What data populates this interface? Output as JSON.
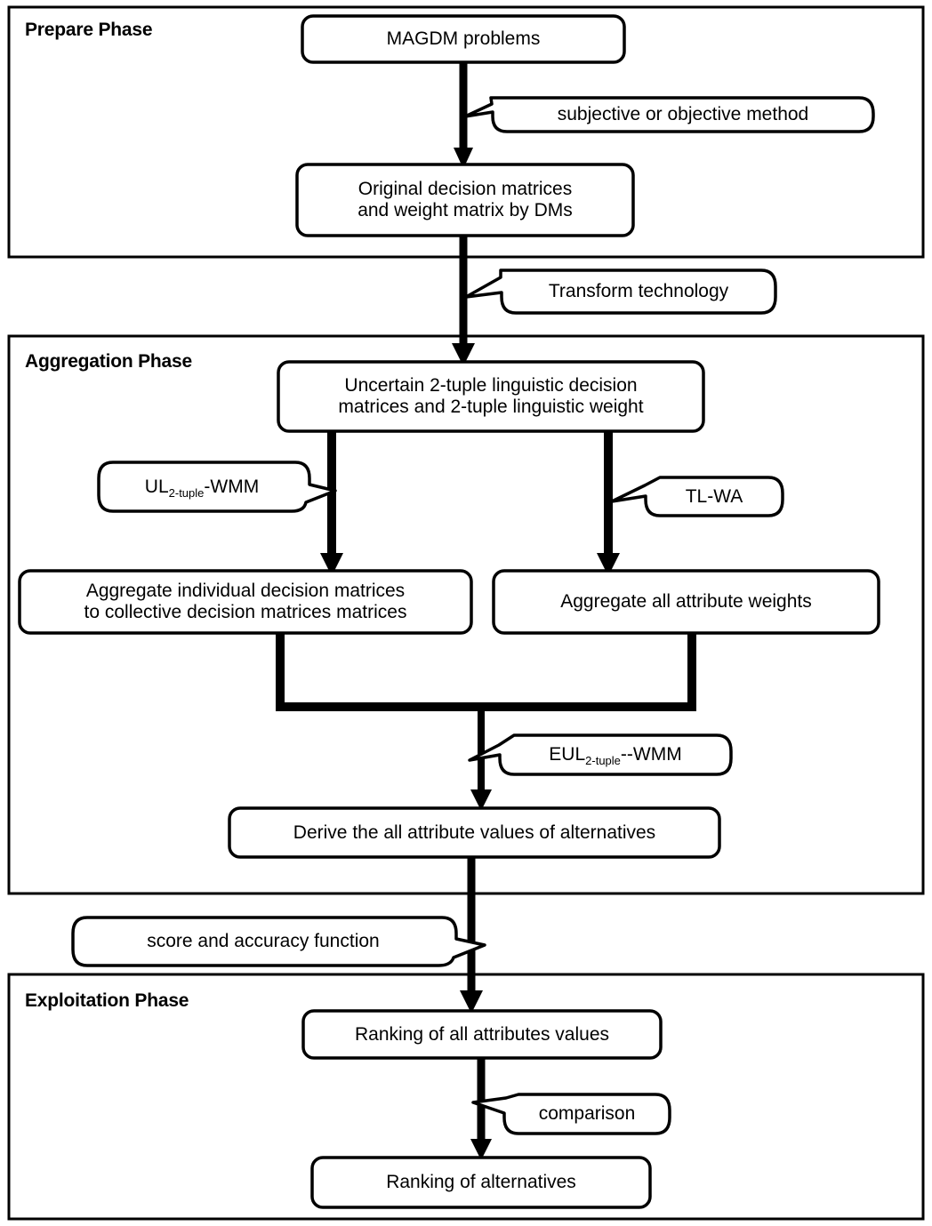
{
  "diagram": {
    "title": "MAGDM uncertain 2-tuple linguistic decision framework flowchart",
    "stroke_color": "#000000",
    "fill_color": "#ffffff"
  },
  "phases": [
    {
      "id": "prepare",
      "label": "Prepare Phase"
    },
    {
      "id": "aggregation",
      "label": "Aggregation Phase"
    },
    {
      "id": "exploitation",
      "label": "Exploitation Phase"
    }
  ],
  "nodes": [
    {
      "id": "magdm",
      "line1": "MAGDM problems",
      "line2": ""
    },
    {
      "id": "original-matrices",
      "line1": "Original decision matrices",
      "line2": "and weight matrix by DMs"
    },
    {
      "id": "uncertain-2tuple",
      "line1": "Uncertain 2-tuple linguistic decision",
      "line2": "matrices and 2-tuple linguistic weight"
    },
    {
      "id": "aggregate-matrices",
      "line1": "Aggregate individual decision matrices",
      "line2": "to collective decision matrices matrices"
    },
    {
      "id": "aggregate-weights",
      "line1": "Aggregate all attribute weights",
      "line2": ""
    },
    {
      "id": "derive-values",
      "line1": "Derive the all attribute values of alternatives",
      "line2": ""
    },
    {
      "id": "ranking-attributes",
      "line1": "Ranking of all attributes values",
      "line2": ""
    },
    {
      "id": "ranking-alternatives",
      "line1": "Ranking of alternatives",
      "line2": ""
    }
  ],
  "callouts": [
    {
      "id": "subjective-objective",
      "text": "subjective or objective method",
      "pre": "",
      "sub": "",
      "post": ""
    },
    {
      "id": "transform-technology",
      "text": "Transform technology",
      "pre": "",
      "sub": "",
      "post": ""
    },
    {
      "id": "ul-2tuple-wmm",
      "text": "",
      "pre": "UL",
      "sub": "2-tuple",
      "post": "-WMM"
    },
    {
      "id": "tl-wa",
      "text": "TL-WA",
      "pre": "",
      "sub": "",
      "post": ""
    },
    {
      "id": "eul-2tuple-wmm",
      "text": "",
      "pre": "EUL",
      "sub": "2-tuple",
      "post": "--WMM"
    },
    {
      "id": "score-accuracy",
      "text": "score and accuracy function",
      "pre": "",
      "sub": "",
      "post": ""
    },
    {
      "id": "comparison",
      "text": "comparison",
      "pre": "",
      "sub": "",
      "post": ""
    }
  ]
}
